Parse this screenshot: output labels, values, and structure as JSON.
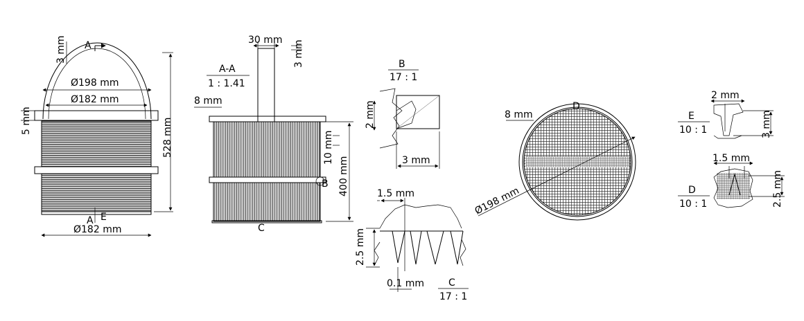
{
  "front_view": {
    "dim_wall": "3 mm",
    "section_marker": "A",
    "dim_outer_dia": "Ø198 mm",
    "dim_inner_dia": "Ø182 mm",
    "dim_rim": "5 mm",
    "dim_height": "528 mm",
    "bottom_marker": "A",
    "detail_marker": "E",
    "dim_base_dia": "Ø182 mm"
  },
  "section_view": {
    "dim_handle": "30 mm",
    "dim_handle_wall": "3 mm",
    "title": "A-A",
    "scale": "1 : 1.41",
    "dim_flange": "8 mm",
    "dim_band": "10 mm",
    "dim_height": "400 mm",
    "detail_b": "B",
    "detail_c": "C"
  },
  "detail_b": {
    "title": "B",
    "scale": "17 : 1",
    "dim_v": "2 mm",
    "dim_h": "3 mm"
  },
  "detail_c": {
    "dim_pitch": "1.5 mm",
    "dim_height": "2.5 mm",
    "dim_gap": "0.1 mm",
    "title": "C",
    "scale": "17 : 1"
  },
  "top_view": {
    "detail_marker": "D",
    "dim_ring": "8 mm",
    "dim_dia": "Ø198 mm"
  },
  "detail_e": {
    "dim_w": "2 mm",
    "title": "E",
    "scale": "10 : 1",
    "dim_h": "3 mm"
  },
  "detail_d": {
    "dim_w": "1.5 mm",
    "title": "D",
    "scale": "10 : 1",
    "dim_h": "2.5 mm"
  }
}
